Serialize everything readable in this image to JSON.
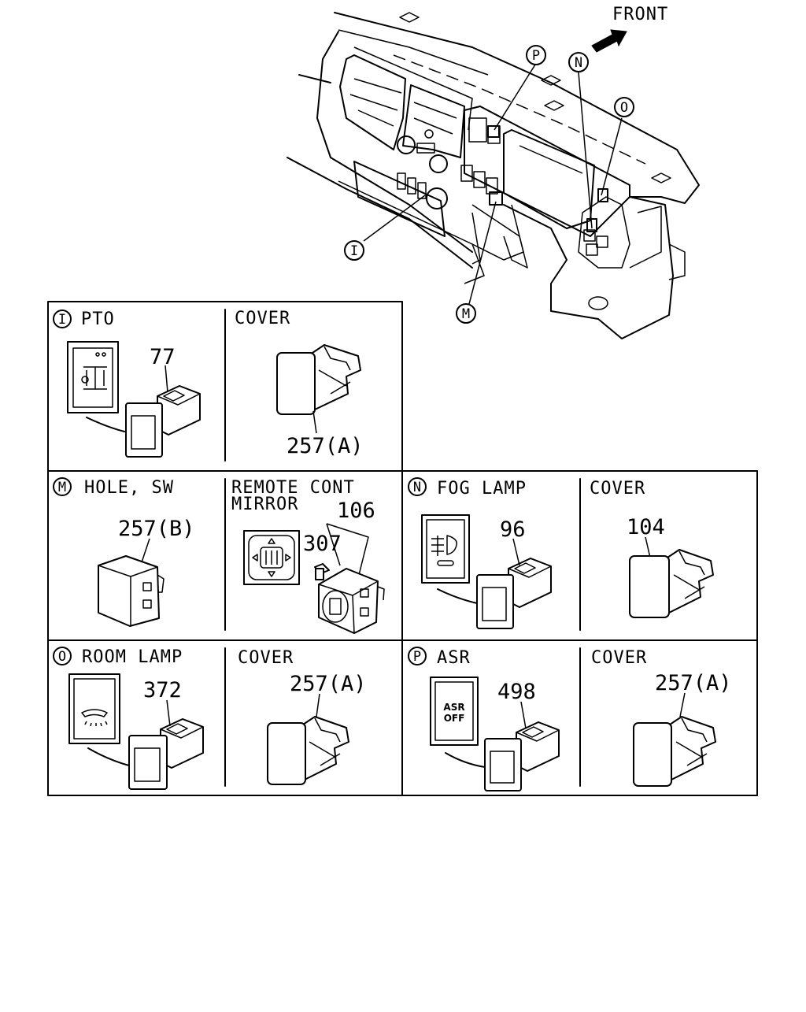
{
  "overview": {
    "front_label": "FRONT",
    "callouts": {
      "p": "P",
      "n": "N",
      "o": "O",
      "i": "I",
      "m": "M"
    }
  },
  "panels": {
    "i": {
      "letter": "I",
      "title": "PTO",
      "part_no": "77",
      "cover_title": "COVER",
      "cover_part_no": "257(A)"
    },
    "m": {
      "letter": "M",
      "title": "HOLE, SW",
      "part_no": "257(B)"
    },
    "mirror": {
      "title_line1": "REMOTE  CONT",
      "title_line2": "MIRROR",
      "part_no_assembly": "106",
      "part_no_knob": "307"
    },
    "n": {
      "letter": "N",
      "title": "FOG  LAMP",
      "part_no": "96",
      "cover_title": "COVER",
      "cover_part_no": "104"
    },
    "o": {
      "letter": "O",
      "title": "ROOM  LAMP",
      "part_no": "372",
      "cover_title": "COVER",
      "cover_part_no": "257(A)"
    },
    "p": {
      "letter": "P",
      "title": "ASR",
      "part_no": "498",
      "cover_title": "COVER",
      "cover_part_no": "257(A)",
      "asr_line1": "ASR",
      "asr_line2": "OFF"
    }
  }
}
